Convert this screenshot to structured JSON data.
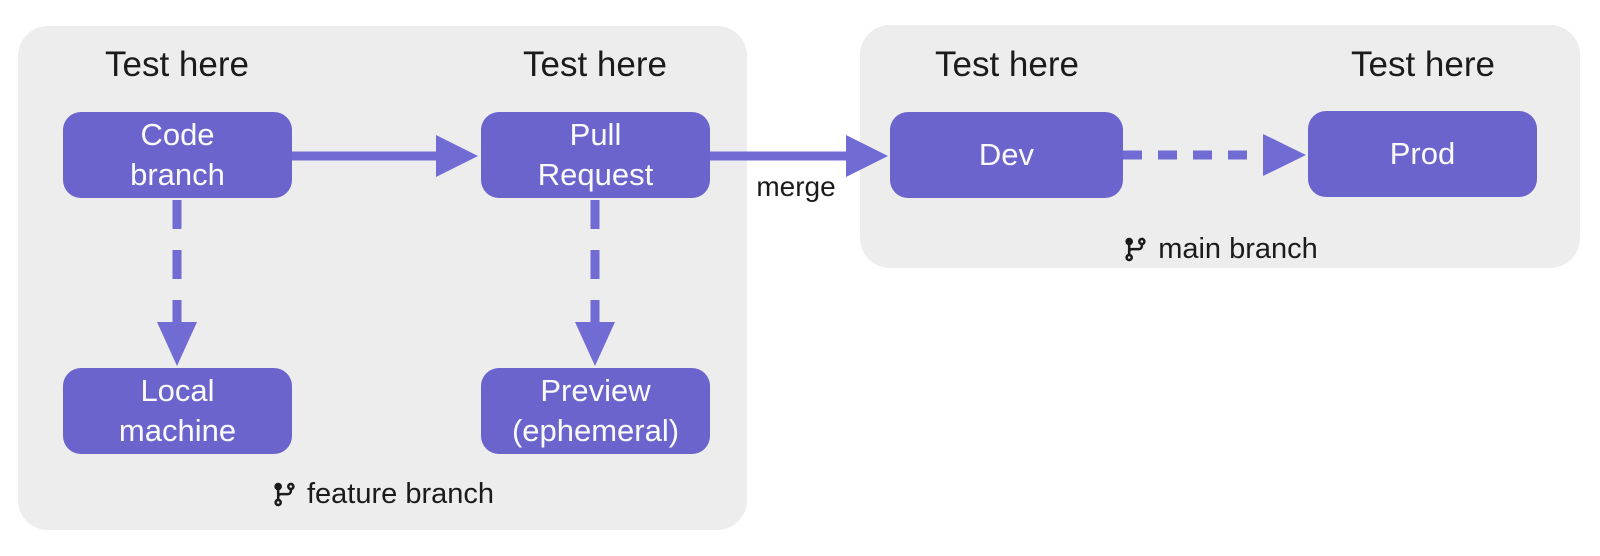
{
  "palette": {
    "node_fill": "#6b64cd",
    "arrow": "#716bd4",
    "group_bg": "#ededed",
    "text": "#1b1b1b",
    "node_text": "#fafafa",
    "background": "#ffffff"
  },
  "labels": {
    "test_here": [
      "Test here",
      "Test here",
      "Test here",
      "Test here"
    ],
    "merge": "merge"
  },
  "groups": {
    "feature_branch": {
      "label": "feature branch",
      "icon": "git-branch-icon"
    },
    "main_branch": {
      "label": "main branch",
      "icon": "git-branch-icon"
    }
  },
  "nodes": {
    "code_branch": "Code\nbranch",
    "pull_request": "Pull\nRequest",
    "dev": "Dev",
    "prod": "Prod",
    "local_machine": "Local\nmachine",
    "preview": "Preview\n(ephemeral)"
  }
}
